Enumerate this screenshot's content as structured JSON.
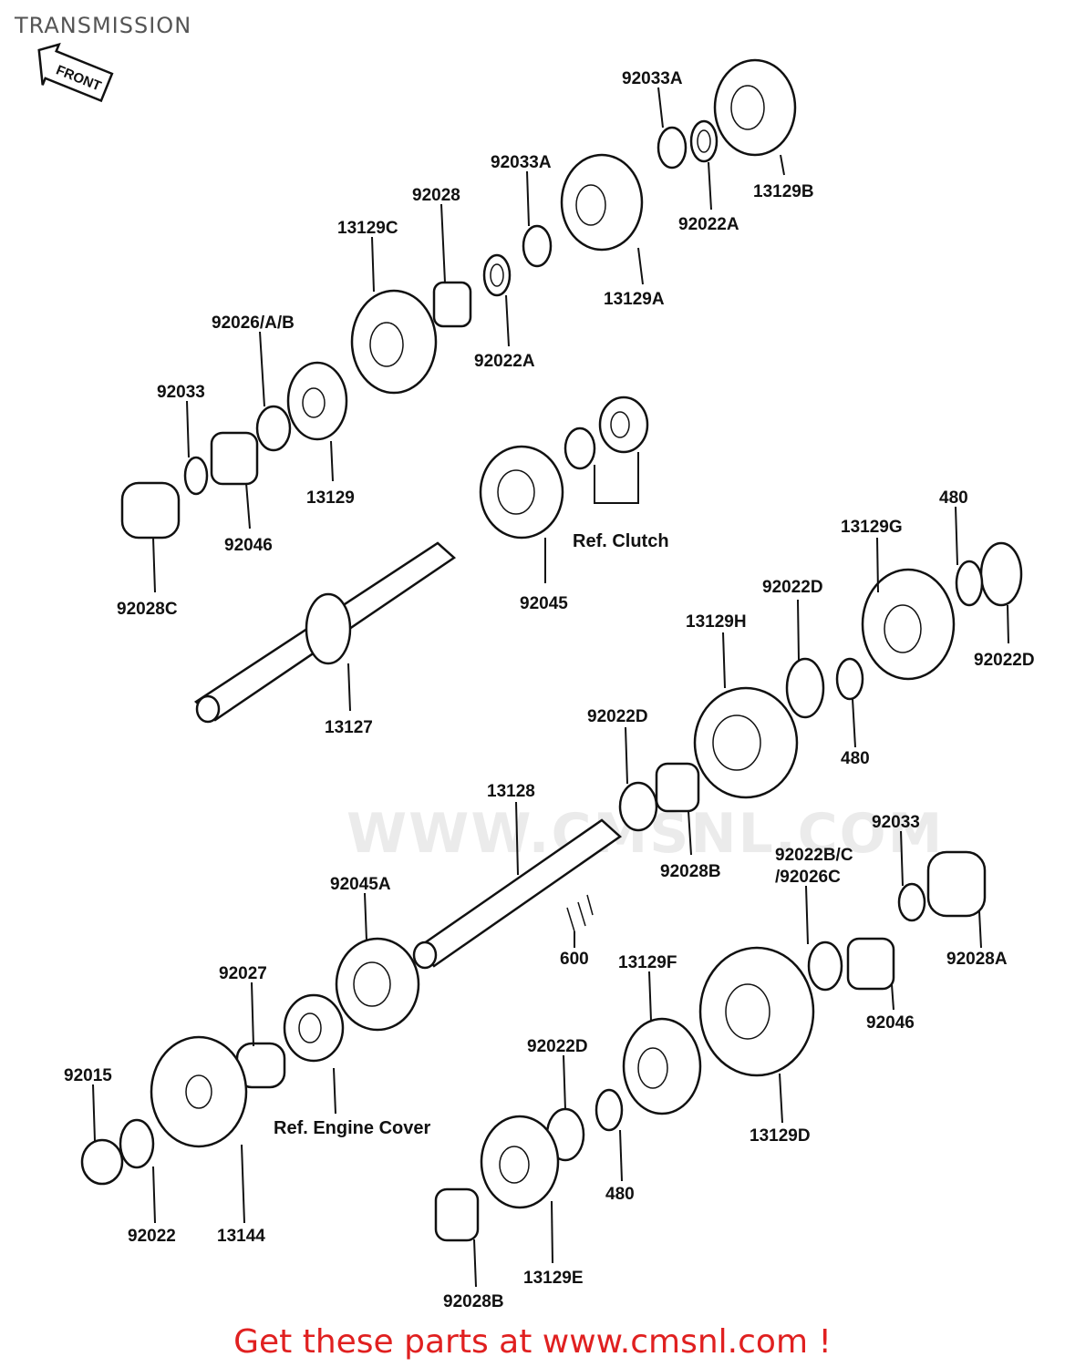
{
  "title": "TRANSMISSION",
  "front_arrow_text": "FRONT",
  "watermark": "WWW.CMSNL.COM",
  "footer": "Get these parts at www.cmsnl.com !",
  "labels": [
    {
      "id": "92033A_top",
      "text": "92033A"
    },
    {
      "id": "13129B",
      "text": "13129B"
    },
    {
      "id": "92022A_top",
      "text": "92022A"
    },
    {
      "id": "92033A_mid",
      "text": "92033A"
    },
    {
      "id": "13129A",
      "text": "13129A"
    },
    {
      "id": "92028",
      "text": "92028"
    },
    {
      "id": "13129C",
      "text": "13129C"
    },
    {
      "id": "92022A_mid",
      "text": "92022A"
    },
    {
      "id": "92026AB",
      "text": "92026/A/B"
    },
    {
      "id": "92033",
      "text": "92033"
    },
    {
      "id": "13129",
      "text": "13129"
    },
    {
      "id": "92046",
      "text": "92046"
    },
    {
      "id": "92028C",
      "text": "92028C"
    },
    {
      "id": "ref_clutch",
      "text": "Ref. Clutch"
    },
    {
      "id": "92045",
      "text": "92045"
    },
    {
      "id": "13127",
      "text": "13127"
    },
    {
      "id": "480_top",
      "text": "480"
    },
    {
      "id": "13129G",
      "text": "13129G"
    },
    {
      "id": "92022D_a",
      "text": "92022D"
    },
    {
      "id": "13129H",
      "text": "13129H"
    },
    {
      "id": "92022D_b",
      "text": "92022D"
    },
    {
      "id": "480_mid",
      "text": "480"
    },
    {
      "id": "92022D_c",
      "text": "92022D"
    },
    {
      "id": "13128",
      "text": "13128"
    },
    {
      "id": "92028B_top",
      "text": "92028B"
    },
    {
      "id": "92033_r",
      "text": "92033"
    },
    {
      "id": "92022BC",
      "text": "92022B/C"
    },
    {
      "id": "92026C",
      "text": "/92026C"
    },
    {
      "id": "92028A",
      "text": "92028A"
    },
    {
      "id": "92045A",
      "text": "92045A"
    },
    {
      "id": "600",
      "text": "600"
    },
    {
      "id": "13129F",
      "text": "13129F"
    },
    {
      "id": "92046_r",
      "text": "92046"
    },
    {
      "id": "92027",
      "text": "92027"
    },
    {
      "id": "92022D_d",
      "text": "92022D"
    },
    {
      "id": "92015",
      "text": "92015"
    },
    {
      "id": "ref_engine_cover",
      "text": "Ref. Engine Cover"
    },
    {
      "id": "480_bot",
      "text": "480"
    },
    {
      "id": "13129D",
      "text": "13129D"
    },
    {
      "id": "92022",
      "text": "92022"
    },
    {
      "id": "13144",
      "text": "13144"
    },
    {
      "id": "13129E",
      "text": "13129E"
    },
    {
      "id": "92028B_bot",
      "text": "92028B"
    }
  ]
}
